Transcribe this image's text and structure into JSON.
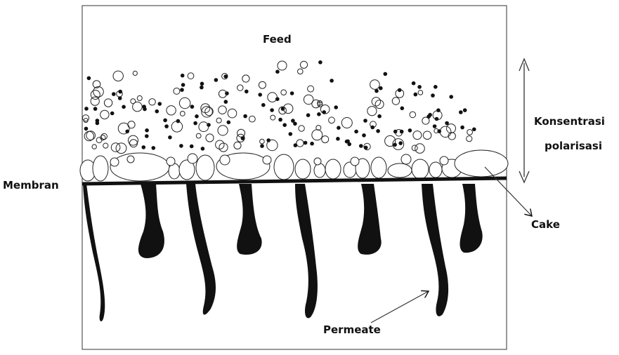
{
  "labels": {
    "feed": "Feed",
    "membrane": "Membran",
    "concentration_line1": "Konsentrasi",
    "concentration_line2": "polarisasi",
    "cake": "Cake",
    "permeate": "Permeate"
  },
  "colors": {
    "ink": "#111111",
    "background": "#ffffff"
  }
}
